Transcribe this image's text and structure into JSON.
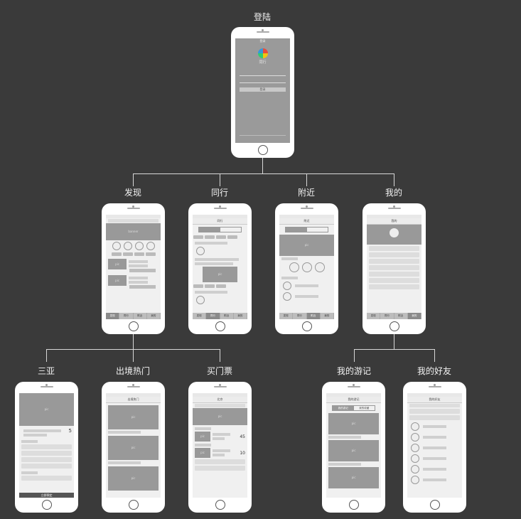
{
  "nodes": {
    "root": {
      "label": "登陆"
    },
    "faxian": {
      "label": "发现"
    },
    "tongxing": {
      "label": "同行"
    },
    "fujin": {
      "label": "附近"
    },
    "wode": {
      "label": "我的"
    },
    "sanya": {
      "label": "三亚"
    },
    "chujing": {
      "label": "出境热门"
    },
    "menpiao": {
      "label": "买门票"
    },
    "youji": {
      "label": "我的游记"
    },
    "haoyou": {
      "label": "我的好友"
    }
  },
  "edges": [
    {
      "from": "登陆",
      "to": "发现"
    },
    {
      "from": "登陆",
      "to": "同行"
    },
    {
      "from": "登陆",
      "to": "附近"
    },
    {
      "from": "登陆",
      "to": "我的"
    },
    {
      "from": "发现",
      "to": "三亚"
    },
    {
      "from": "发现",
      "to": "出境热门"
    },
    {
      "from": "发现",
      "to": "买门票"
    },
    {
      "from": "我的",
      "to": "我的游记"
    },
    {
      "from": "我的",
      "to": "我的好友"
    }
  ],
  "screens": {
    "login": {
      "title": "登录",
      "app_name": "同行",
      "login_button": "登录"
    },
    "discover": {
      "banner": "banner",
      "tabs": [
        "发现",
        "同行",
        "附近",
        "我的"
      ]
    },
    "together": {
      "title": "同行",
      "tabs": [
        "发现",
        "同行",
        "附近",
        "我的"
      ]
    },
    "nearby": {
      "title": "附近",
      "tabs": [
        "发现",
        "同行",
        "附近",
        "我的"
      ]
    },
    "mine": {
      "title": "我的",
      "tabs": [
        "发现",
        "同行",
        "附近",
        "我的"
      ]
    },
    "sanya": {
      "price": "5",
      "bottom_button": "立即预定"
    },
    "outbound": {
      "title": "出境热门"
    },
    "tickets": {
      "title": "北京",
      "price_a": "45",
      "price_b": "10"
    },
    "mytravel": {
      "title": "我的游记",
      "seg": [
        "我的游记",
        "我的收藏"
      ]
    },
    "friends": {
      "title": "我的好友"
    }
  },
  "placeholder_text": "pic"
}
